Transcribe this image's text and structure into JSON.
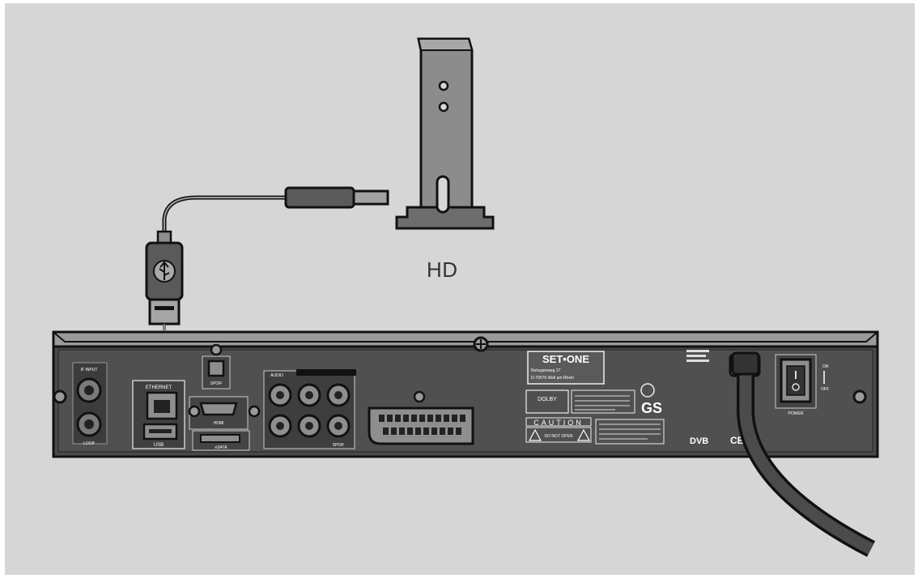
{
  "diagram": {
    "title": "",
    "device_label": "HD",
    "receiver": {
      "brand": "SET•ONE",
      "address_line1": "Rehagenweg 27",
      "address_line2": "D-79576 Weil am Rhein",
      "caution": "CAUTION",
      "warning_short": "DO NOT OPEN",
      "dolby": "DOLBY",
      "port_labels": {
        "if_input": "IF INPUT",
        "lnb_out": "LOOP",
        "ethernet": "ETHERNET",
        "usb": "USB",
        "spdif_opt": "SPDIF",
        "hdmi": "HDMI",
        "esata": "eSATA",
        "audio": "AUDIO",
        "spdif_coax": "SPDIF",
        "power": "POWER",
        "on": "ON",
        "off": "OFF"
      }
    },
    "colors": {
      "background": "#d6d6d6",
      "device_dark": "#3a3a3a",
      "device_mid": "#8e8e8e",
      "outline": "#111111"
    }
  }
}
